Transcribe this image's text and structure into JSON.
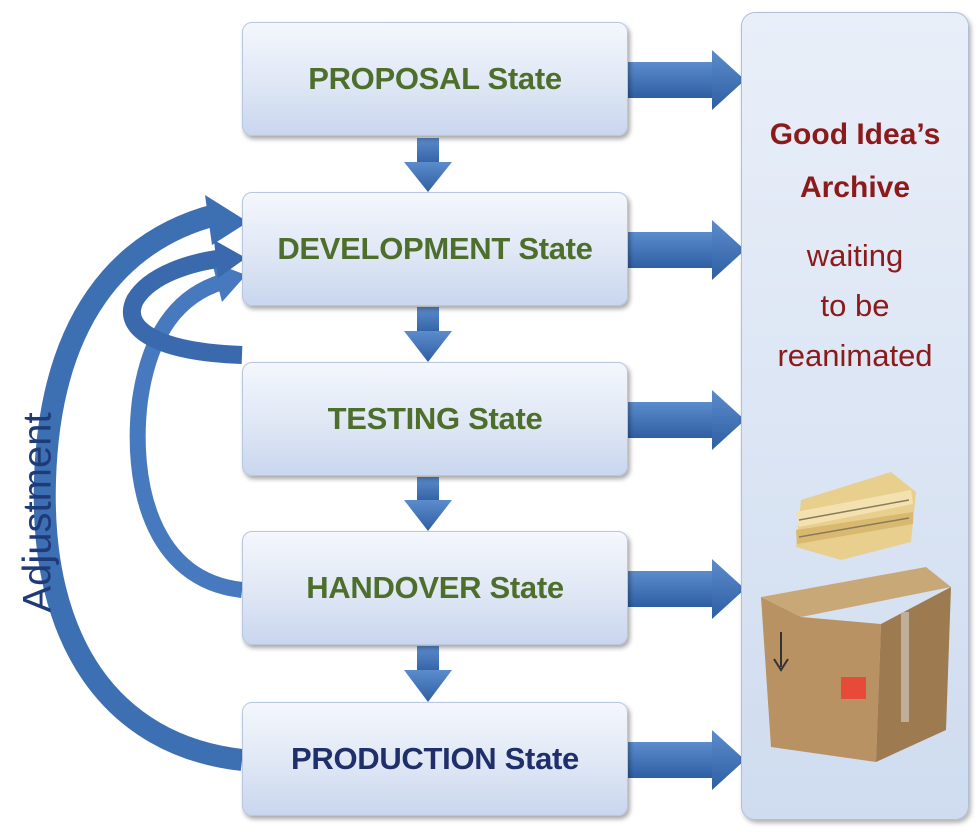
{
  "states": [
    {
      "label": "PROPOSAL State"
    },
    {
      "label": "DEVELOPMENT State"
    },
    {
      "label": "TESTING State"
    },
    {
      "label": "HANDOVER State"
    },
    {
      "label": "PRODUCTION State"
    }
  ],
  "archive": {
    "title_line1": "Good Idea’s",
    "title_line2": "Archive",
    "sub_line1": "waiting",
    "sub_line2": "to be",
    "sub_line3": "reanimated"
  },
  "adjustment_label": "Adjustment",
  "colors": {
    "arrow": "#3d6fb3",
    "state_text": "#4e6e2c",
    "production_text": "#1f2f6b",
    "archive_text": "#8b1a1a",
    "adjust_text": "#1f3a78"
  }
}
